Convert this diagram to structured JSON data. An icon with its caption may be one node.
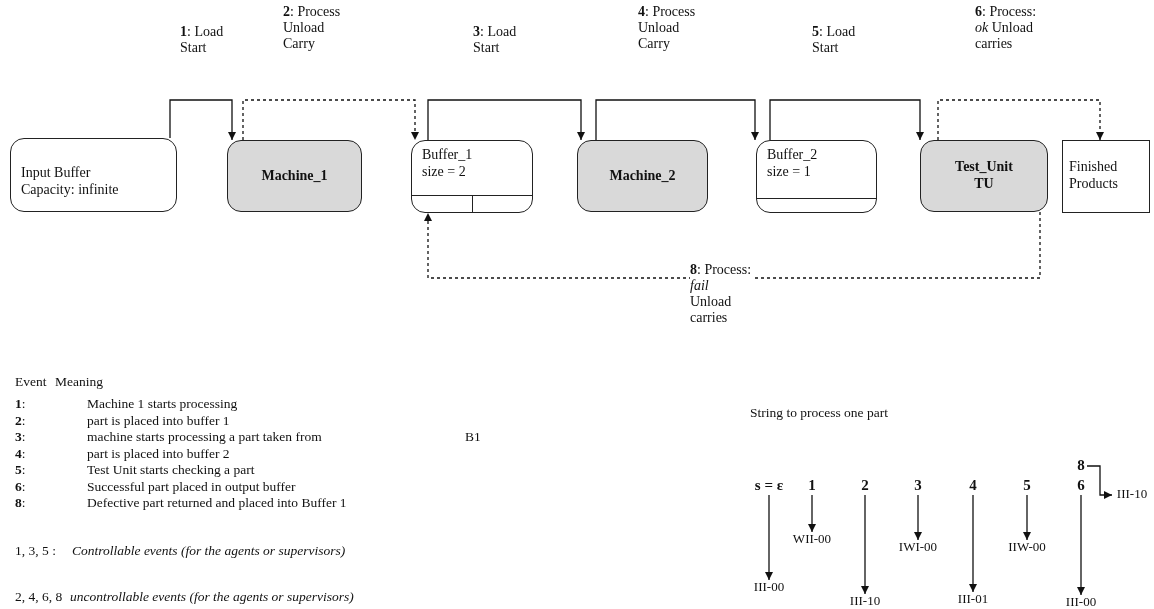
{
  "diagram": {
    "nodes": [
      {
        "text": [
          "Input Buffer",
          "Capacity: infinite"
        ]
      },
      {
        "text": [
          "Machine_1"
        ]
      },
      {
        "text": [
          "Buffer_1",
          "size = 2"
        ]
      },
      {
        "text": [
          "Machine_2"
        ]
      },
      {
        "text": [
          "Buffer_2",
          "size = 1"
        ]
      },
      {
        "text": [
          "Test_Unit",
          "TU"
        ]
      },
      {
        "text": [
          "Finished Products"
        ]
      },
      {
        "text": [
          "s = ε"
        ]
      },
      {
        "text": [
          "1"
        ]
      },
      {
        "text": [
          "2"
        ]
      },
      {
        "text": [
          "3"
        ]
      },
      {
        "text": [
          "4"
        ]
      },
      {
        "text": [
          "5"
        ]
      },
      {
        "text": [
          "6"
        ]
      },
      {
        "text": [
          "8"
        ]
      },
      {
        "text": [
          "III-00"
        ]
      },
      {
        "text": [
          "WII-00"
        ]
      },
      {
        "text": [
          "III-10"
        ]
      },
      {
        "text": [
          "IWI-00"
        ]
      },
      {
        "text": [
          "III-01"
        ]
      },
      {
        "text": [
          "IIW-00"
        ]
      },
      {
        "text": [
          "III-00"
        ]
      },
      {
        "text": [
          "III-10"
        ]
      }
    ],
    "edges": [
      {
        "from": 0,
        "to": 1,
        "arrow": "to",
        "label": "**1**: Load Start"
      },
      {
        "from": 1,
        "to": 2,
        "arrow": "to",
        "style": "dashed",
        "label": "**2**: Process Unload Carry"
      },
      {
        "from": 2,
        "to": 3,
        "arrow": "to",
        "label": "**3**: Load Start"
      },
      {
        "from": 3,
        "to": 4,
        "arrow": "to",
        "label": "**4**: Process Unload Carry"
      },
      {
        "from": 4,
        "to": 5,
        "arrow": "to",
        "label": "**5**: Load Start"
      },
      {
        "from": 5,
        "to": 6,
        "arrow": "to",
        "style": "dashed",
        "label": "**6**: Process: *ok* Unload carries"
      },
      {
        "from": 5,
        "to": 2,
        "arrow": "to",
        "style": "dashed",
        "label": "**8**: Process: *fail* Unload carries"
      },
      {
        "from": 7,
        "to": 15,
        "arrow": "to"
      },
      {
        "from": 8,
        "to": 16,
        "arrow": "to"
      },
      {
        "from": 9,
        "to": 17,
        "arrow": "to"
      },
      {
        "from": 10,
        "to": 18,
        "arrow": "to"
      },
      {
        "from": 11,
        "to": 19,
        "arrow": "to"
      },
      {
        "from": 12,
        "to": 20,
        "arrow": "to"
      },
      {
        "from": 13,
        "to": 21,
        "arrow": "to"
      },
      {
        "from": 14,
        "to": 22,
        "arrow": "to"
      }
    ],
    "labels": [
      "Event",
      "Meaning",
      "**1**:",
      "Machine 1 starts processing",
      "**2**:",
      "part is placed into buffer 1",
      "**3**:",
      "machine starts processing a part taken from",
      "B1",
      "**4**:",
      "part is placed into buffer 2",
      "**5**:",
      "Test Unit starts checking a part",
      "**6**:",
      "Successful part placed in output buffer",
      "**8**:",
      "Defective part returned and placed into Buffer 1",
      "1, 3, 5 :",
      "Controllable events (for the agents or supervisors)",
      "2, 4, 6, 8",
      "uncontrollable events (for the agents or supervisors)",
      "String to process one part"
    ]
  }
}
